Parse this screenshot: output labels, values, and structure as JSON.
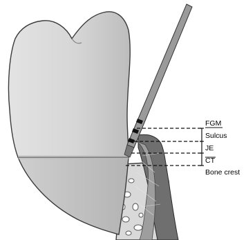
{
  "labels": {
    "fgm": "FGM",
    "sulcus": "Sulcus",
    "je": "JE",
    "ct": "CT",
    "bone_crest": "Bone crest"
  },
  "colors": {
    "crown": "#d4d4d4",
    "root": "#c6c6c6",
    "gingiva": "#8a8a8a",
    "bone_outline": "#3a3a3a",
    "probe": "#9a9a9a",
    "dashes": "#111111"
  }
}
